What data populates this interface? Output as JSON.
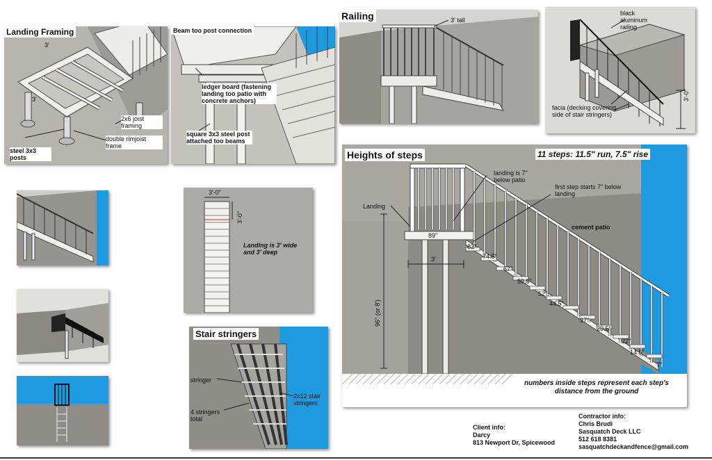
{
  "landing_framing": {
    "title": "Landing Framing",
    "dim_top": "3'",
    "dim_side": "3'",
    "joist": "2x6 joist framing",
    "rimjoist": "double rimjoist frame",
    "posts": "steel 3x3 posts"
  },
  "beam_post": {
    "title": "Beam too post connection",
    "ledger": "ledger board (fastening landing too patio with concrete anchors)",
    "square_post": "square 3x3 steel post attached too beams"
  },
  "railing": {
    "title": "Railing",
    "tall": "3' tall"
  },
  "aluminum": {
    "label": "black aluminum railing",
    "facia": "facia (decking covering side of stair stringers)",
    "dim": "3'-0\""
  },
  "landing_plan": {
    "dim_top": "3'-0\"",
    "dim_side": "3'-0\"",
    "note": "Landing is 3' wide and 3' deep"
  },
  "stringers": {
    "title": "Stair stringers",
    "stringer": "stringer",
    "four": "4 stringers total",
    "size": "2x12 stair stringers"
  },
  "heights": {
    "title": "Heights of steps",
    "summary": "11 steps: 11.5\" run, 7.5\" rise",
    "landing_note": "landing is 7\" below patio",
    "first_step": "first step starts 7\" below landing",
    "landing": "Landing",
    "patio": "cement patio",
    "width_89": "89\"",
    "width_3": "3'",
    "total_height": "96\" (or 8')",
    "footer": "numbers inside steps represent each step's distance from the ground",
    "steps": [
      "82\"",
      "74.5\"",
      "67\"",
      "59.5\"",
      "52\"",
      "44.5\"",
      "37\"",
      "29.5\"",
      "22\"",
      "14.5\"",
      "7\""
    ]
  },
  "client": {
    "heading": "Client info:",
    "name": "Darcy",
    "address": "813 Newport Dr, Spicewood"
  },
  "contractor": {
    "heading": "Contractor info:",
    "name": "Chris Brudi",
    "company": "Sasquatch Deck LLC",
    "phone": "512 618 8381",
    "email": "sasquatchdeckandfence@gmail.com"
  },
  "colors": {
    "wall": "#a9a7a0",
    "stucco": "#8f8d86",
    "sky": "#1e9be0",
    "wood": "#f4f2ec"
  }
}
